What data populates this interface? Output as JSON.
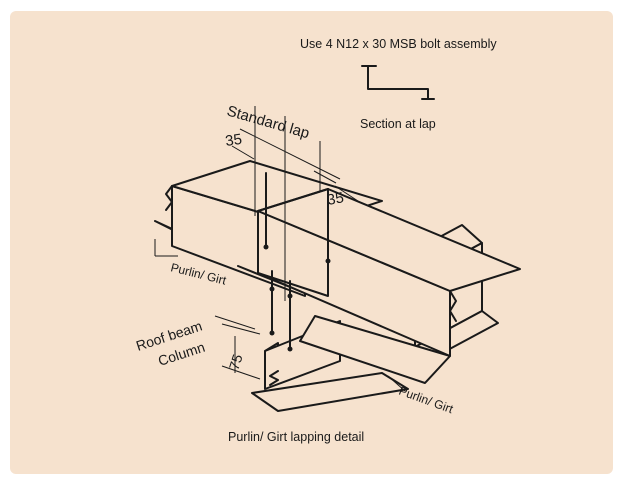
{
  "bolt_note": "Use 4 N12 x 30 MSB bolt assembly",
  "section_label": "Section at lap",
  "standard_lap_label": "Standard lap",
  "dim_left": "35",
  "dim_right": "35",
  "purlin_girt_left": "Purlin/ Girt",
  "purlin_girt_right": "Purlin/ Girt",
  "roof_beam_label": "Roof beam",
  "column_label": "Column",
  "dim_75": "75",
  "caption": "Purlin/ Girt lapping detail",
  "colors": {
    "background": "#f6e2ce",
    "line": "#1a1a1a"
  }
}
